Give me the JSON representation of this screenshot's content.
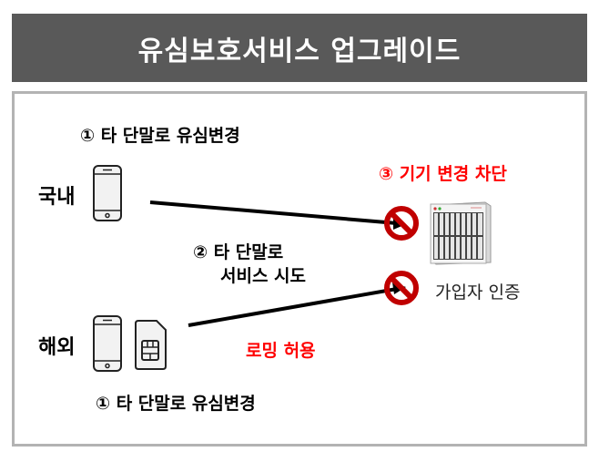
{
  "header": {
    "title": "유심보호서비스 업그레이드"
  },
  "diagram": {
    "domestic": {
      "label": "국내",
      "step1": "① 타 단말로 유심변경",
      "device_icon": "smartphone-icon"
    },
    "overseas": {
      "label": "해외",
      "step1": "① 타 단말로 유심변경",
      "device_icon": "smartphone-icon",
      "sim_icon": "sim-card-icon",
      "roaming_note": "로밍 허용"
    },
    "step2": {
      "line1": "② 타 단말로",
      "line2": "서비스 시도"
    },
    "step3": "③  기기 변경 차단",
    "server": {
      "icon": "server-icon",
      "label": "가입자 인증"
    },
    "block_icon": "no-entry-icon",
    "colors": {
      "title_bg": "#595959",
      "highlight": "#ff0000",
      "block": "#c00000",
      "border": "#b3b3b3"
    }
  }
}
